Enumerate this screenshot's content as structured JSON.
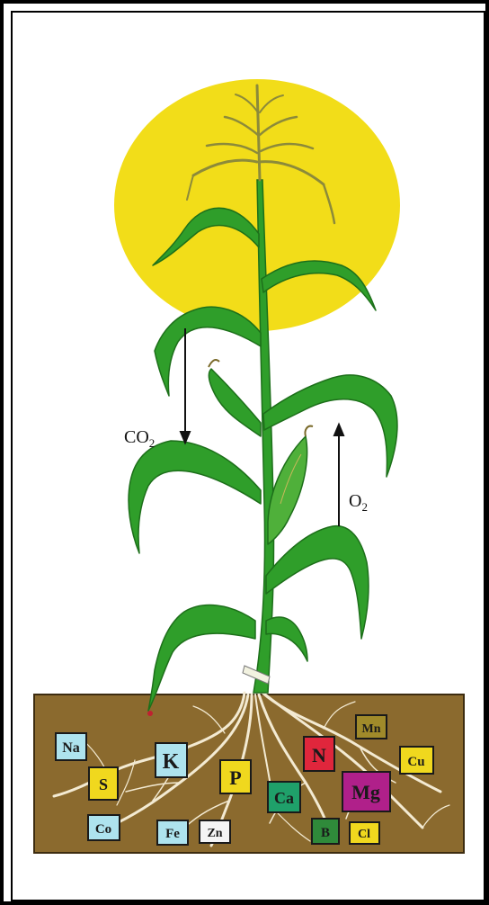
{
  "diagram": {
    "colors": {
      "sun": "#f2dd19",
      "soil": "#8b6a2e",
      "leaf": "#2f9e2a",
      "leaf_dark": "#1d6f1a",
      "root": "#f3ead2",
      "tassel": "#8c8a3a"
    },
    "gas_labels": {
      "in_main": "CO",
      "in_sub": "2",
      "out_main": "O",
      "out_sub": "2"
    },
    "elements": [
      {
        "symbol": "Na",
        "color": "#aee3ee"
      },
      {
        "symbol": "K",
        "color": "#aee3ee"
      },
      {
        "symbol": "N",
        "color": "#e0263c"
      },
      {
        "symbol": "Mn",
        "color": "#a08a2a"
      },
      {
        "symbol": "Cu",
        "color": "#f0d81e"
      },
      {
        "symbol": "S",
        "color": "#f0d81e"
      },
      {
        "symbol": "P",
        "color": "#f0d81e"
      },
      {
        "symbol": "Ca",
        "color": "#1fa06a"
      },
      {
        "symbol": "Mg",
        "color": "#b0208a"
      },
      {
        "symbol": "Co",
        "color": "#aee3ee"
      },
      {
        "symbol": "Fe",
        "color": "#aee3ee"
      },
      {
        "symbol": "Zn",
        "color": "#f4f4f4"
      },
      {
        "symbol": "B",
        "color": "#2f8a3a"
      },
      {
        "symbol": "Cl",
        "color": "#f0d81e"
      }
    ]
  }
}
